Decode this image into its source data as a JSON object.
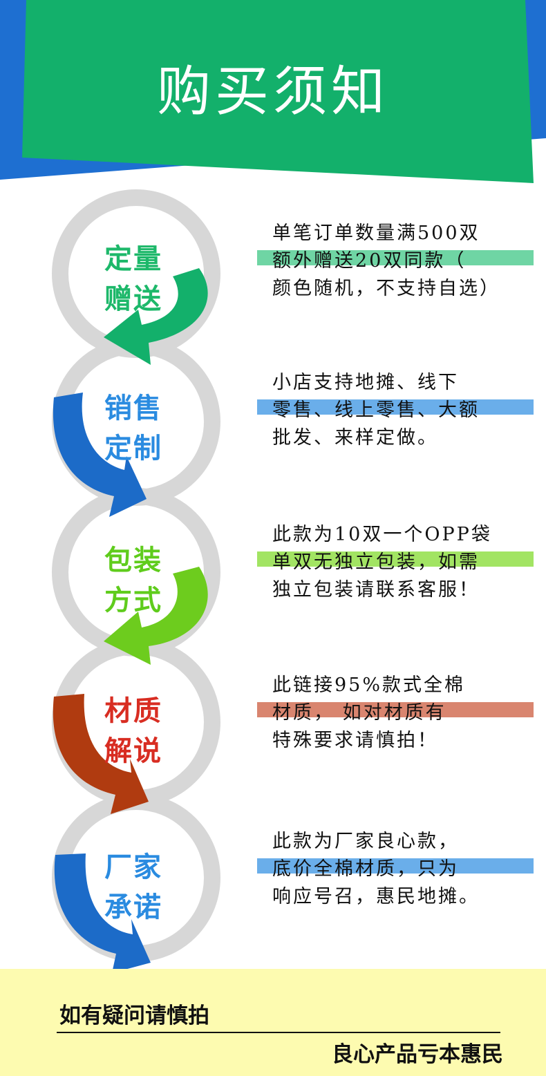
{
  "header": {
    "title": "购买须知"
  },
  "sections": [
    {
      "label_line1": "定量",
      "label_line2": "赠送",
      "lines": [
        "单笔订单数量满500双",
        "额外赠送20双同款（",
        "颜色随机，不支持自选）"
      ],
      "color": "#1db86a",
      "highlight": "#6fd5a4"
    },
    {
      "label_line1": "销售",
      "label_line2": "定制",
      "lines": [
        "小店支持地摊、线下",
        "零售、线上零售、大额",
        "批发、来样定做。"
      ],
      "color": "#2a8be0",
      "highlight": "#6aaeea"
    },
    {
      "label_line1": "包装",
      "label_line2": "方式",
      "lines": [
        "此款为10双一个OPP袋",
        "单双无独立包装，如需",
        "独立包装请联系客服！"
      ],
      "color": "#5fcc1c",
      "highlight": "#a2e463"
    },
    {
      "label_line1": "材质",
      "label_line2": "解说",
      "lines": [
        "此链接95%款式全棉",
        "材质， 如对材质有",
        "特殊要求请慎拍！"
      ],
      "color": "#d82d22",
      "highlight": "#d9856f"
    },
    {
      "label_line1": "厂家",
      "label_line2": "承诺",
      "lines": [
        "此款为厂家良心款，",
        "底价全棉材质，只为",
        "响应号召，惠民地摊。"
      ],
      "color": "#2a8be0",
      "highlight": "#6aaeea"
    }
  ],
  "footer": {
    "question": "如有疑问请慎拍",
    "slogan": "良心产品亏本惠民"
  },
  "colors": {
    "banner_blue": "#1e6fd1",
    "banner_green": "#13b06b",
    "ring_gray": "#d7d7d7",
    "footer_bg": "#fdfbb0"
  }
}
